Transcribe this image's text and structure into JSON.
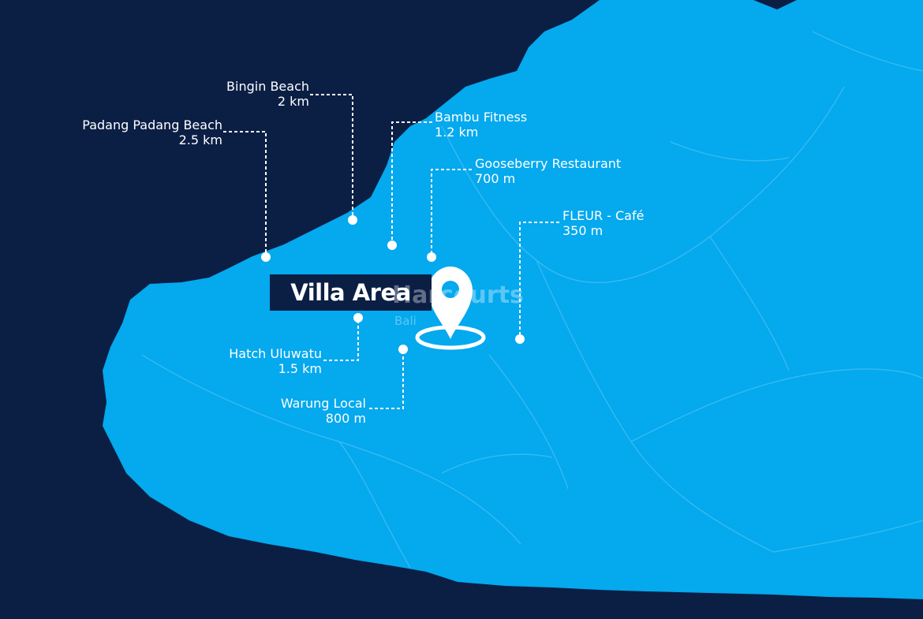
{
  "map": {
    "colors": {
      "sea": "#0b1f45",
      "land": "#04a9ee",
      "road": "#3fbdf3",
      "marker": "#ffffff"
    },
    "main_label": "Villa Area",
    "watermark": "Harcourts",
    "watermark_sub": "Bali",
    "pin_icon": "location-pin-icon",
    "places": [
      {
        "name": "Bingin Beach",
        "distance": "2 km"
      },
      {
        "name": "Padang Padang Beach",
        "distance": "2.5 km"
      },
      {
        "name": "Bambu Fitness",
        "distance": "1.2 km"
      },
      {
        "name": "Gooseberry Restaurant",
        "distance": "700 m"
      },
      {
        "name": "FLEUR - Café",
        "distance": "350 m"
      },
      {
        "name": "Hatch Uluwatu",
        "distance": "1.5 km"
      },
      {
        "name": "Warung Local",
        "distance": "800 m"
      }
    ]
  }
}
